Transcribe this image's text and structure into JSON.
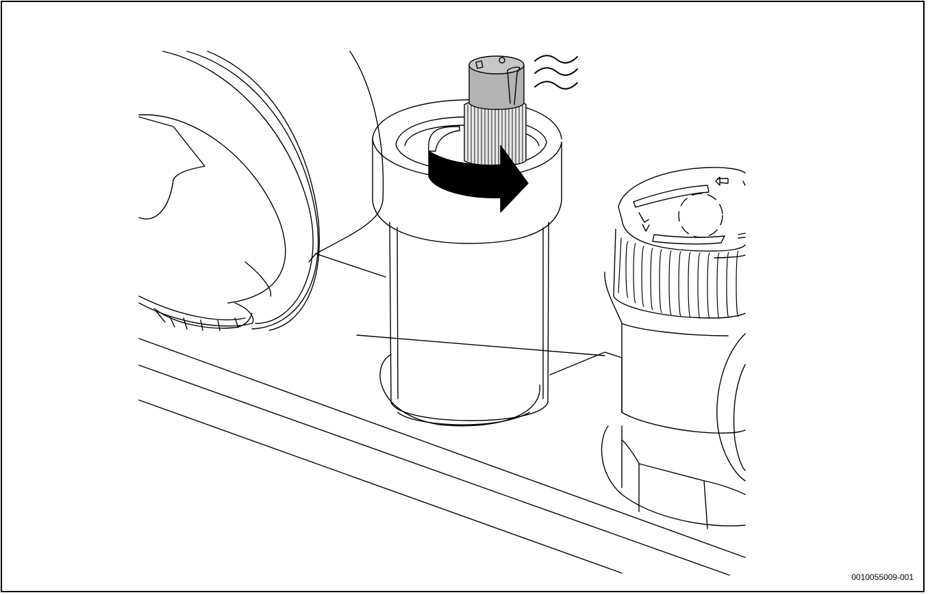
{
  "figure": {
    "id": "0010055009-001"
  },
  "components": [
    {
      "name": "pump-housing",
      "icon": "circular-pump-cover"
    },
    {
      "name": "automatic-air-vent",
      "icon": "cylindrical-vent-body"
    },
    {
      "name": "vent-cap",
      "icon": "knurled-cap"
    },
    {
      "name": "turn-direction-arrow",
      "icon": "clockwise-arrow",
      "color": "#000000"
    },
    {
      "name": "air-escape-indicator",
      "icon": "wavy-lines"
    },
    {
      "name": "isolation-valve",
      "icon": "knurled-valve-knob"
    }
  ],
  "colors": {
    "line": "#000000",
    "cap_fill": "#b3b3b3",
    "knurl_fill": "#e0e0e0",
    "background": "#ffffff"
  }
}
